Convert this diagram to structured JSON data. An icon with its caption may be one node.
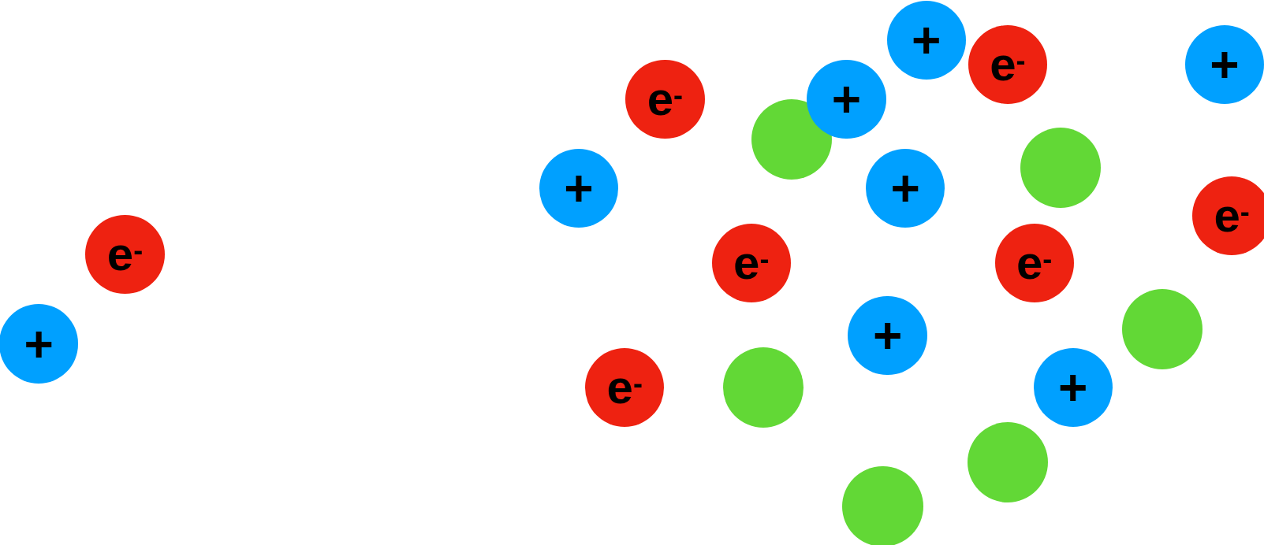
{
  "diagram": {
    "nodes": [
      {
        "text": [
          "+"
        ]
      },
      {
        "text": [
          "e$^{-}$"
        ]
      },
      {
        "text": [
          "+"
        ]
      },
      {
        "text": [
          "e$^{-}$"
        ]
      },
      {
        "text": [
          "+"
        ]
      },
      {
        "text": [],
        "shape": "circle"
      },
      {
        "text": [],
        "shape": "circle"
      },
      {
        "text": [
          "+"
        ]
      },
      {
        "text": [
          "+"
        ]
      },
      {
        "text": [
          "e$^{-}$"
        ]
      },
      {
        "text": [
          "e$^{-}$"
        ]
      },
      {
        "text": [
          "e$^{-}$"
        ]
      },
      {
        "text": [
          "e$^{-}$"
        ]
      },
      {
        "text": [],
        "shape": "circle"
      },
      {
        "text": [
          "+"
        ]
      },
      {
        "text": [
          "+"
        ]
      },
      {
        "text": [
          "e$^{-}$"
        ]
      },
      {
        "text": [],
        "shape": "circle"
      },
      {
        "text": [
          "+"
        ]
      },
      {
        "text": [],
        "shape": "circle"
      },
      {
        "text": [],
        "shape": "circle"
      }
    ]
  }
}
